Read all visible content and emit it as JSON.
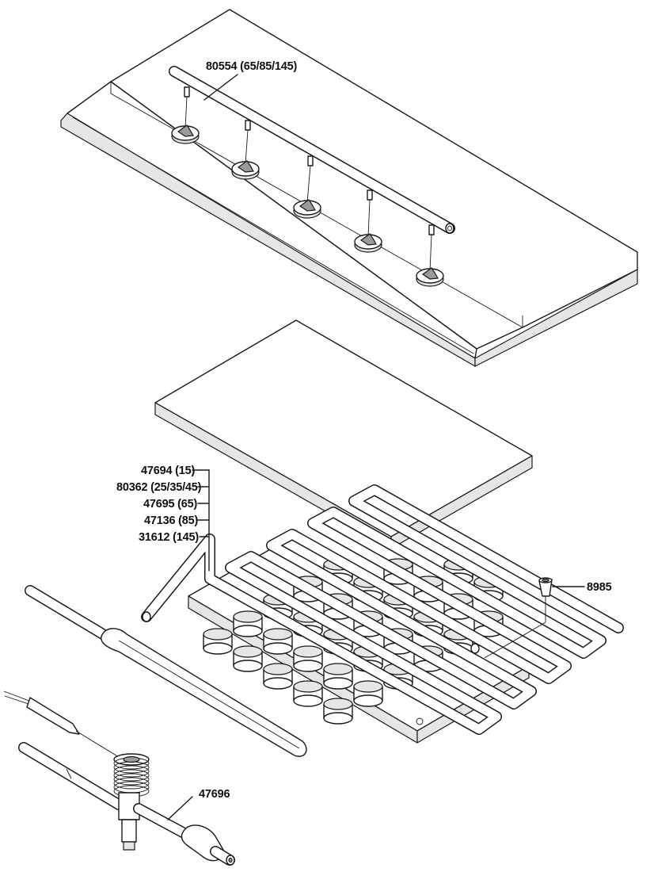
{
  "labels": {
    "nozzle_bar": "80554 (65/85/145)",
    "coil_15": "47694 (15)",
    "coil_25_35_45": "80362 (25/35/45)",
    "coil_65": "47695 (65)",
    "coil_85": "47136 (85)",
    "coil_145": "31612 (145)",
    "fitting": "8985",
    "valve": "47696"
  },
  "colors": {
    "line": "#1a1a1a",
    "shade": "#e6e6e6",
    "background": "#ffffff"
  }
}
